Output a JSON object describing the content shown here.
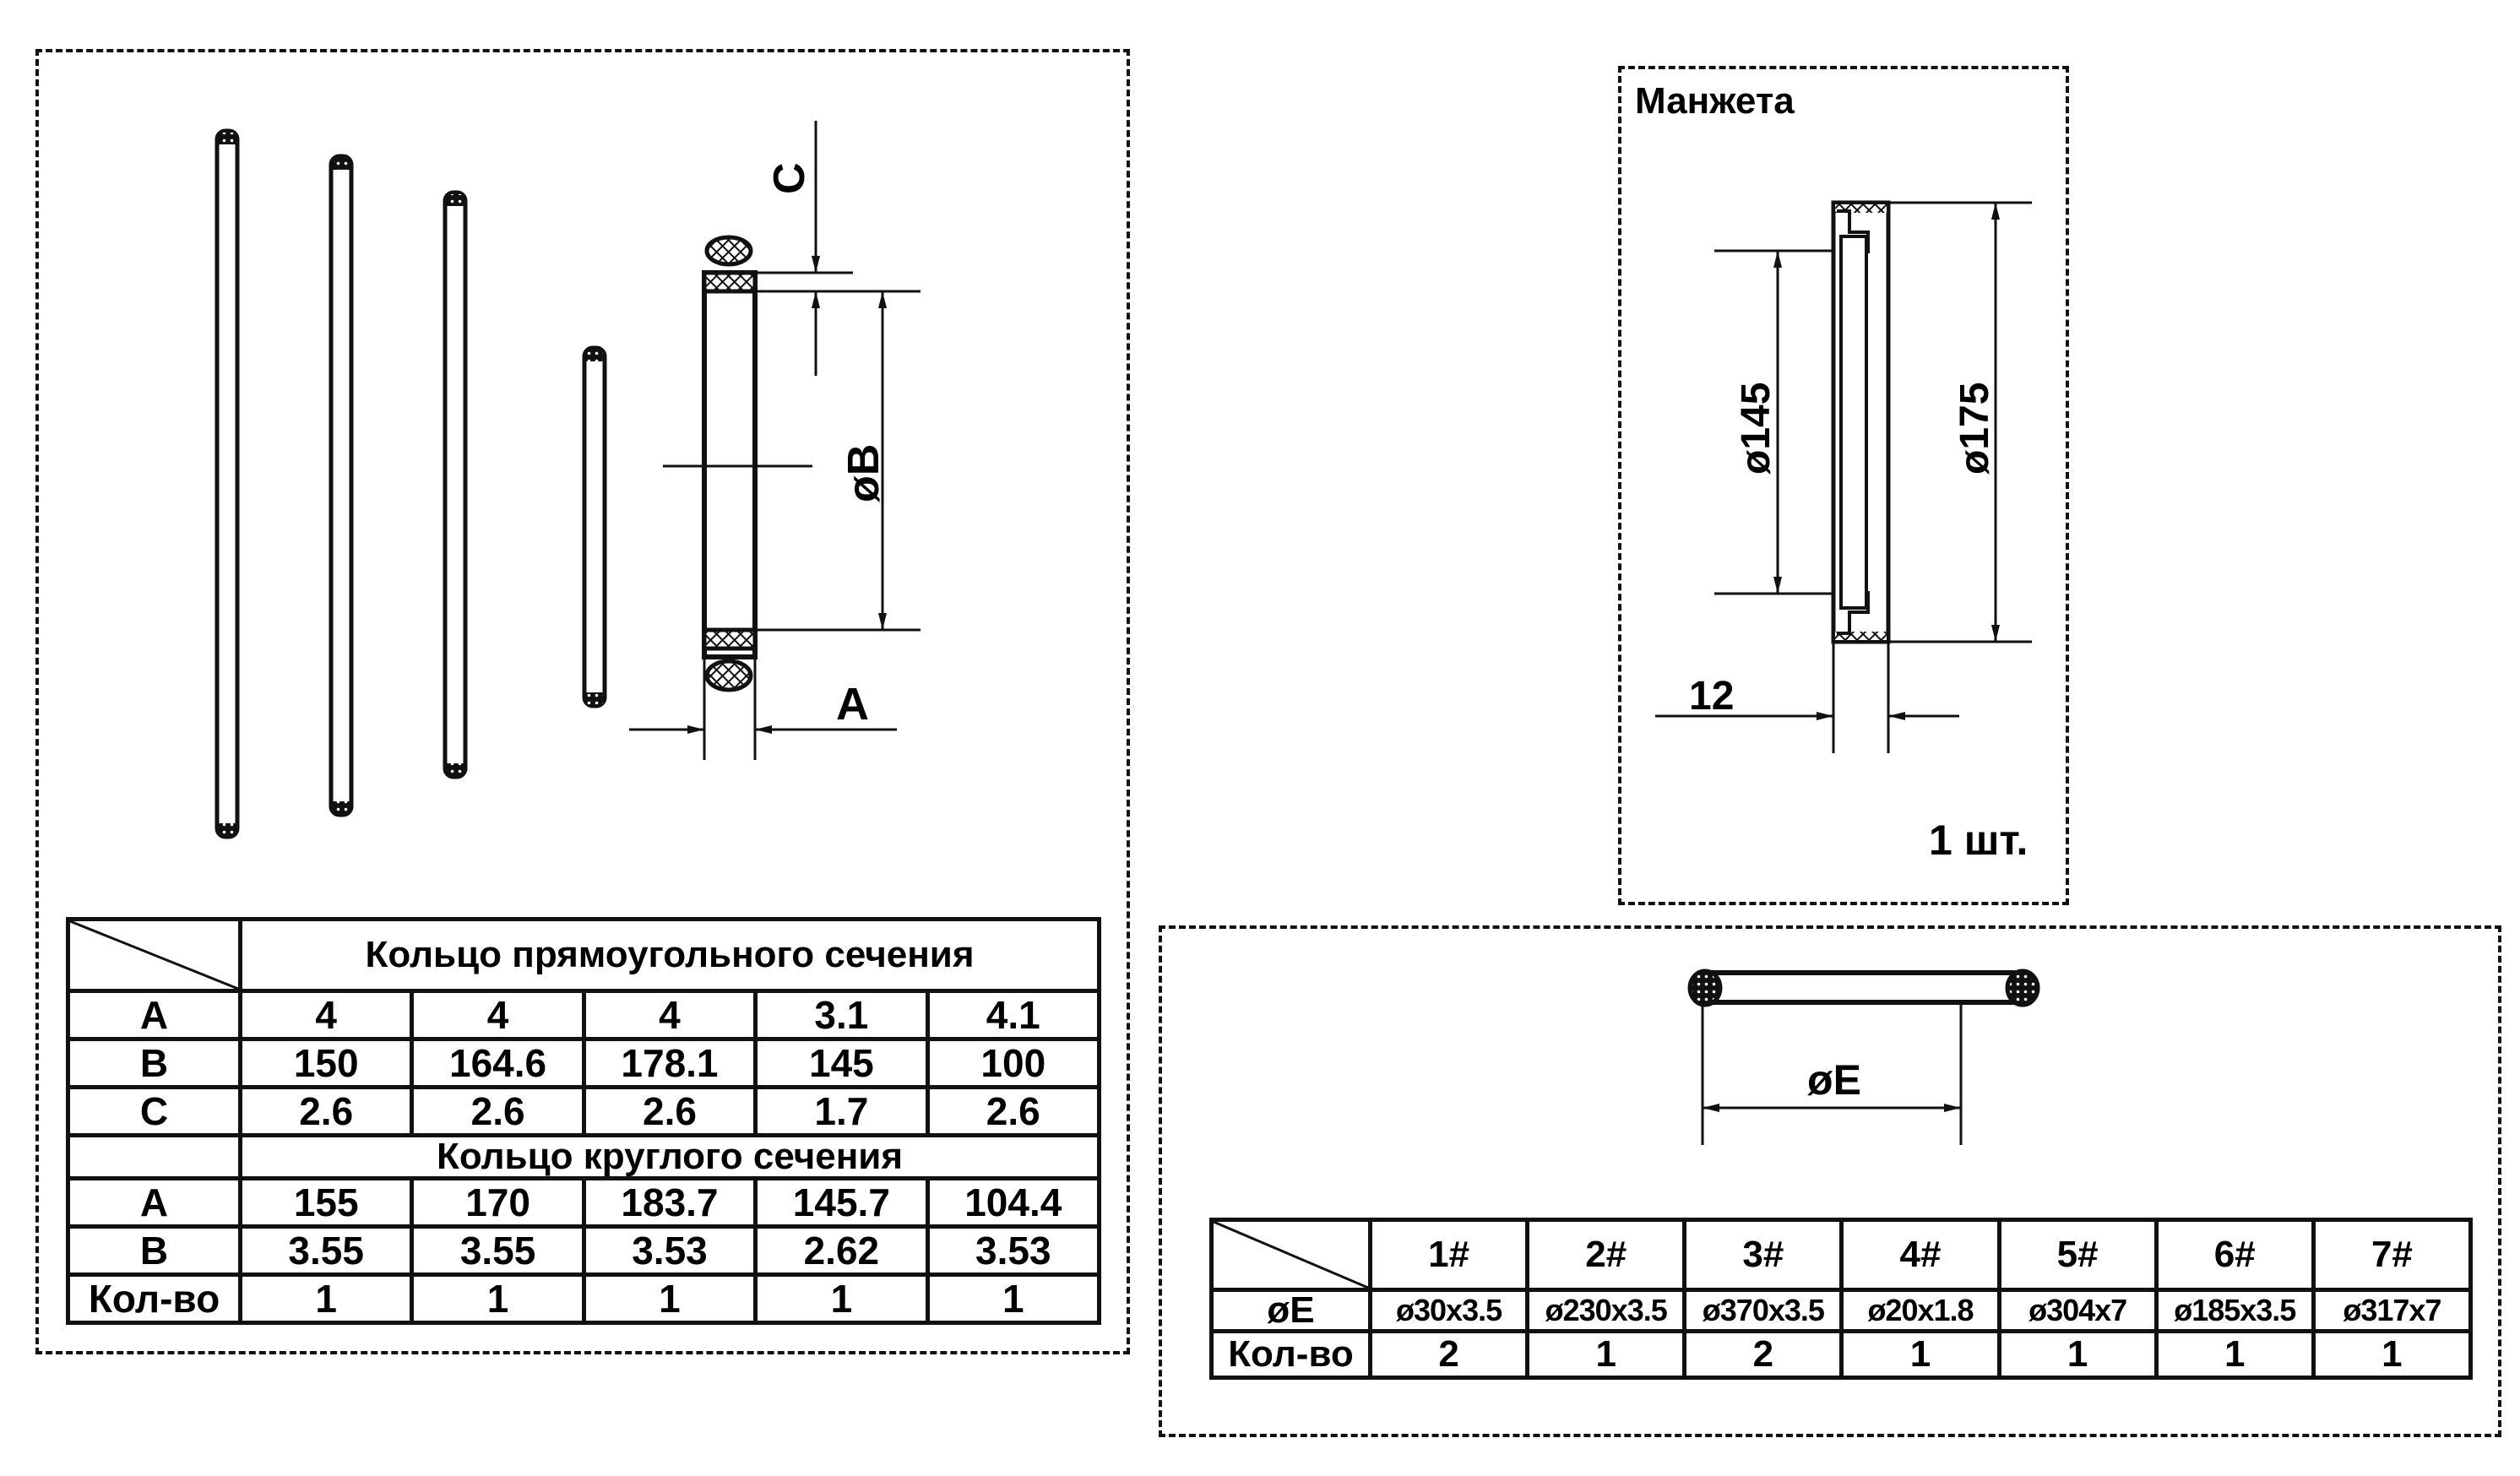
{
  "left_panel": {
    "drawing_labels": {
      "c": "C",
      "b": "øB",
      "a": "A"
    },
    "table": {
      "section_rect": "Кольцо прямоугольного сечения",
      "rect_rows": [
        {
          "label": "A",
          "values": [
            "4",
            "4",
            "4",
            "3.1",
            "4.1"
          ]
        },
        {
          "label": "B",
          "values": [
            "150",
            "164.6",
            "178.1",
            "145",
            "100"
          ]
        },
        {
          "label": "C",
          "values": [
            "2.6",
            "2.6",
            "2.6",
            "1.7",
            "2.6"
          ]
        }
      ],
      "section_round": "Кольцо круглого сечения",
      "round_rows": [
        {
          "label": "A",
          "values": [
            "155",
            "170",
            "183.7",
            "145.7",
            "104.4"
          ]
        },
        {
          "label": "B",
          "values": [
            "3.55",
            "3.55",
            "3.53",
            "2.62",
            "3.53"
          ]
        },
        {
          "label": "Кол-во",
          "values": [
            "1",
            "1",
            "1",
            "1",
            "1"
          ]
        }
      ]
    }
  },
  "cuff_panel": {
    "title": "Манжета",
    "inner_diameter": "ø145",
    "outer_diameter": "ø175",
    "width": "12",
    "quantity": "1 шт."
  },
  "oring_panel": {
    "dimension_label": "øE",
    "table": {
      "headers": [
        "1#",
        "2#",
        "3#",
        "4#",
        "5#",
        "6#",
        "7#"
      ],
      "rows": [
        {
          "label": "øE",
          "values": [
            "ø30x3.5",
            "ø230x3.5",
            "ø370x3.5",
            "ø20x1.8",
            "ø304x7",
            "ø185x3.5",
            "ø317x7"
          ]
        },
        {
          "label": "Кол-во",
          "values": [
            "2",
            "1",
            "2",
            "1",
            "1",
            "1",
            "1"
          ]
        }
      ]
    }
  }
}
